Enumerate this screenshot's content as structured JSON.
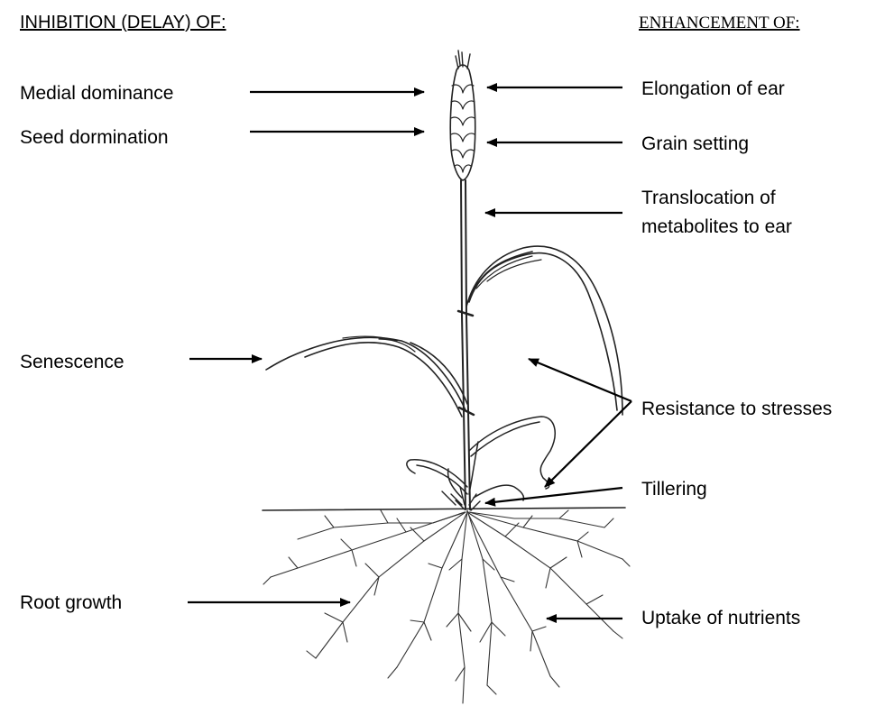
{
  "headers": {
    "inhibition": "INHIBITION (DELAY) OF:",
    "enhancement": "ENHANCEMENT OF:"
  },
  "inhibition_labels": {
    "medial_dominance": "Medial dominance",
    "seed_dormination": "Seed dormination",
    "senescence": "Senescence",
    "root_growth": "Root growth"
  },
  "enhancement_labels": {
    "elongation_of_ear": "Elongation of ear",
    "grain_setting": "Grain setting",
    "translocation_line1": "Translocation of",
    "translocation_line2": "metabolites to ear",
    "resistance_to_stresses": "Resistance to stresses",
    "tillering": "Tillering",
    "uptake_of_nutrients": "Uptake of nutrients"
  },
  "colors": {
    "text": "#000000",
    "drawing": "#222222",
    "background": "#ffffff"
  }
}
